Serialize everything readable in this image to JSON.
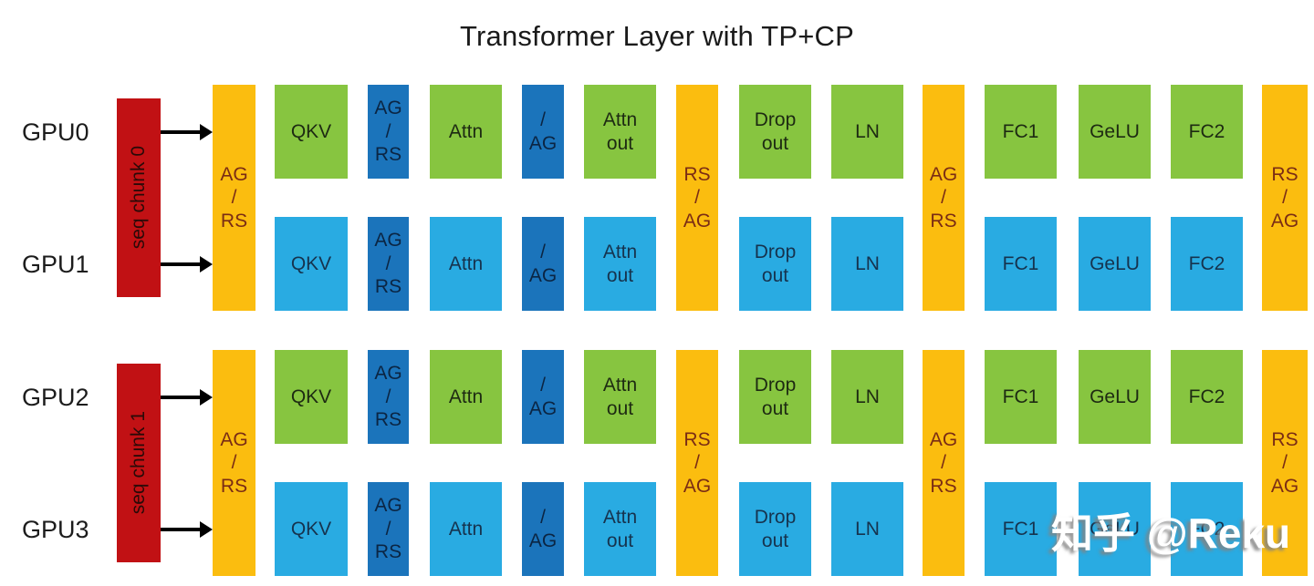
{
  "title": "Transformer Layer with TP+CP",
  "watermark": "知乎 @Reku",
  "colors": {
    "green_block": "#87C540",
    "blue_block": "#29ABE2",
    "dark_blue_block": "#1B74BB",
    "orange_block": "#FBBD0F",
    "red_block": "#C11114",
    "arrow": "#000000",
    "background": "#FFFFFF"
  },
  "groups": [
    {
      "gpu_top": "GPU0",
      "gpu_bottom": "GPU1",
      "seq_chunk": "seq chunk 0"
    },
    {
      "gpu_top": "GPU2",
      "gpu_bottom": "GPU3",
      "seq_chunk": "seq chunk 1"
    }
  ],
  "ops": {
    "ag_rs": "AG\n/\nRS",
    "rs_ag": "RS\n/\nAG",
    "qkv": "QKV",
    "attn": "Attn",
    "slash_ag": "/\nAG",
    "attn_out": "Attn\nout",
    "drop_out": "Drop\nout",
    "ln": "LN",
    "fc1": "FC1",
    "gelu": "GeLU",
    "fc2": "FC2"
  }
}
